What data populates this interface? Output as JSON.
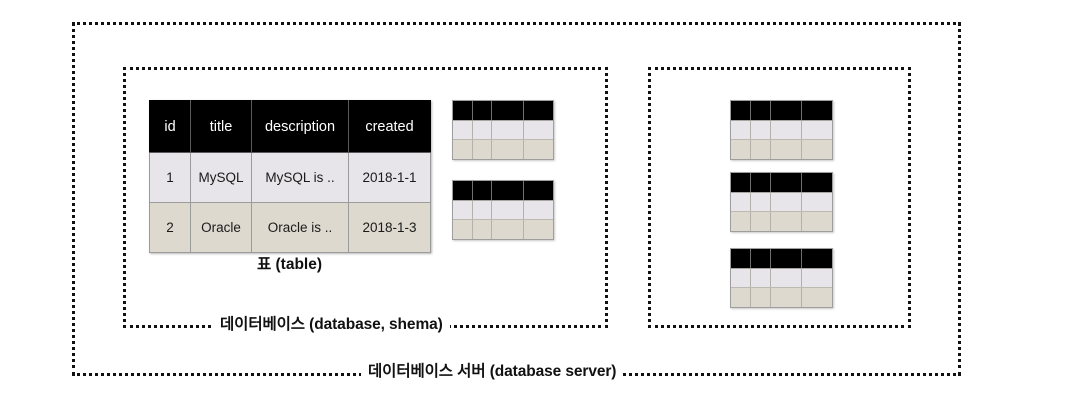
{
  "diagram": {
    "title": "database server structure diagram",
    "background_color": "#ffffff",
    "outer_container": {
      "label": "데이터베이스 서버 (database server)",
      "border_style": "dotted",
      "border_color": "#111111"
    },
    "databases": [
      {
        "label": "데이터베이스 (database, shema)",
        "border_style": "dotted",
        "border_color": "#111111",
        "featured_table": {
          "caption": "표 (table)",
          "columns": [
            "id",
            "title",
            "description",
            "created"
          ],
          "header_background": "#000000",
          "header_text_color": "#ffffff",
          "rows": [
            {
              "stripe_color": "#e7e5ea",
              "cells": [
                "1",
                "MySQL",
                "MySQL is ..",
                "2018-1-1"
              ]
            },
            {
              "stripe_color": "#ddd9cf",
              "cells": [
                "2",
                "Oracle",
                "Oracle is ..",
                "2018-1-3"
              ]
            }
          ]
        },
        "mini_tables": [
          {
            "columns": 4,
            "header_color": "#000000",
            "row_colors": [
              "#e7e5ea",
              "#ddd9cf"
            ]
          },
          {
            "columns": 4,
            "header_color": "#000000",
            "row_colors": [
              "#e7e5ea",
              "#ddd9cf"
            ]
          }
        ]
      },
      {
        "label": "",
        "border_style": "dotted",
        "border_color": "#111111",
        "mini_tables": [
          {
            "columns": 4,
            "header_color": "#000000",
            "row_colors": [
              "#e7e5ea",
              "#ddd9cf"
            ]
          },
          {
            "columns": 4,
            "header_color": "#000000",
            "row_colors": [
              "#e7e5ea",
              "#ddd9cf"
            ]
          },
          {
            "columns": 4,
            "header_color": "#000000",
            "row_colors": [
              "#e7e5ea",
              "#ddd9cf"
            ]
          }
        ]
      }
    ]
  }
}
